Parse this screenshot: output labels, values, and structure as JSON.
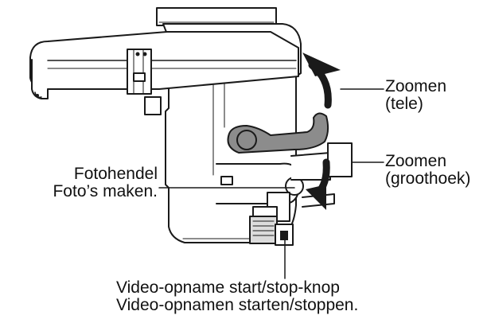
{
  "labels": {
    "zoom_tele_line1": "Zoomen",
    "zoom_tele_line2": "(tele)",
    "zoom_wide_line1": "Zoomen",
    "zoom_wide_line2": "(groothoek)",
    "photo_line1": "Fotohendel",
    "photo_line2": "Foto’s maken.",
    "video_line1": "Video-opname start/stop-knop",
    "video_line2": "Video-opnamen starten/stoppen."
  },
  "colors": {
    "line": "#1a1a1a",
    "body_fill": "#ffffff",
    "lever_fill": "#8c8c8c",
    "shade_fill": "#dcdcdc"
  }
}
